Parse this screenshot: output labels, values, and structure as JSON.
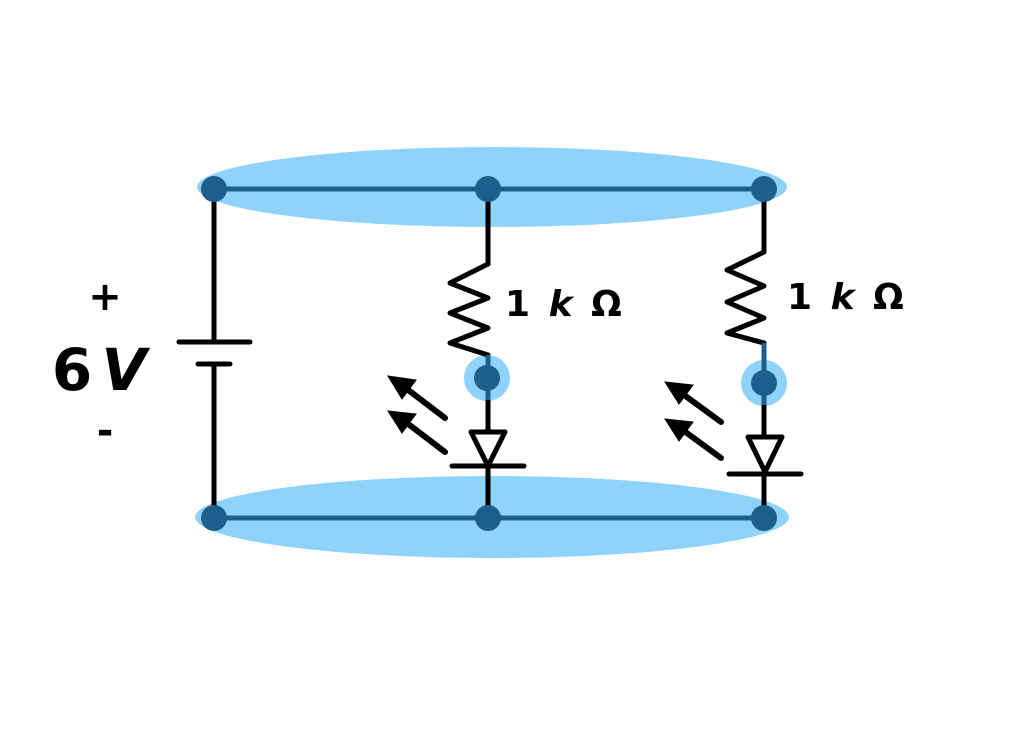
{
  "source": {
    "voltage_label": "6V",
    "voltage_number": "6",
    "voltage_unit": "V",
    "plus_sign": "+",
    "minus_sign": "-"
  },
  "branches": [
    {
      "resistor": {
        "label": "1 k Ω",
        "number": "1",
        "prefix": "k",
        "unit": "Ω"
      },
      "component": "led"
    },
    {
      "resistor": {
        "label": "1 k Ω",
        "number": "1",
        "prefix": "k",
        "unit": "Ω"
      },
      "component": "led"
    }
  ],
  "colors": {
    "node_highlight": "#8fd3fb",
    "wire": "#1d5f8a",
    "component": "#000000",
    "node_dot": "#1d5f8a"
  }
}
